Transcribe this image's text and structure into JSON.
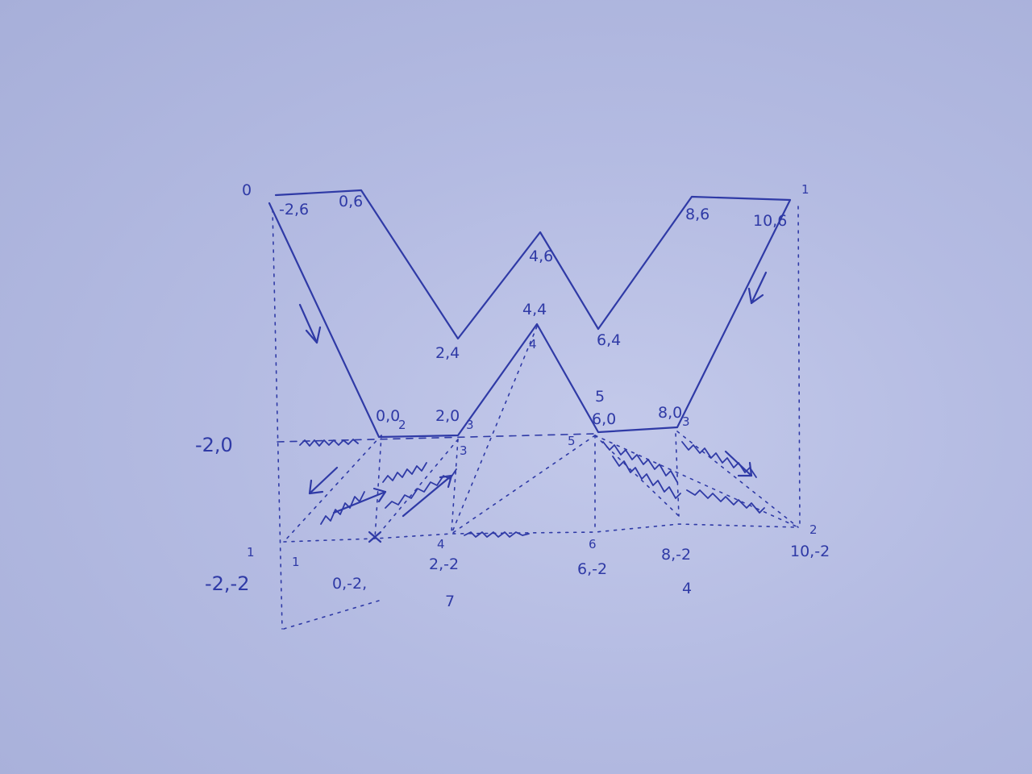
{
  "labels": {
    "corner_top_left": "0",
    "corner_top_right": "1",
    "p_m2_6": "-2,6",
    "p_0_6": "0,6",
    "p_2_4": "2,4",
    "p_4_6": "4,6",
    "p_4_4": "4,4",
    "p_4_4_mark": "4",
    "p_6_4": "6,4",
    "p_8_6": "8,6",
    "p_10_6": "10,6",
    "p_0_0": "0,0",
    "p_0_0_sub": "2",
    "p_2_0": "2,0",
    "p_2_0_sub": "3",
    "p_2_0_mark": "3",
    "p_6_0": "6,0",
    "p_6_0_top": "5",
    "p_5_mark": "5",
    "p_8_0": "8,0",
    "p_8_0_sub": "3",
    "left_axis": "-2,0",
    "p_m2_m2": "-2,-2",
    "p_m2_m2_top": "1",
    "mark_1": "1",
    "p_0_m2": "0,-2,",
    "p_2_m2": "2,-2",
    "p_2_m2_mark": "4",
    "under_2_m2": "7",
    "p_6_m2": "6,-2",
    "p_6_m2_mark": "6",
    "p_8_m2": "8,-2",
    "under_8_m2": "4",
    "p_10_m2": "10,-2",
    "mark_2": "2"
  }
}
